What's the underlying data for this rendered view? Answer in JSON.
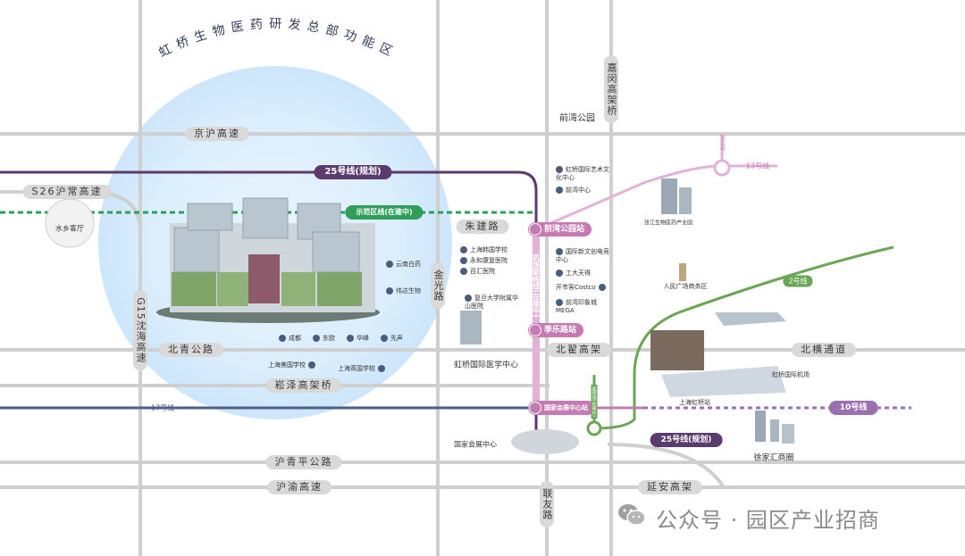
{
  "map": {
    "zone_title": "虹桥生物医药研发总部功能区",
    "roads": {
      "jinghu": "京沪高速",
      "s26": "S26沪常高速",
      "g15": "G15沈海高速",
      "beiqing": "北青公路",
      "songze": "崧泽高架桥",
      "huqingping": "沪青平公路",
      "huyu": "沪渝高速",
      "jinguang": "金光路",
      "zhujian": "朱建路",
      "jiamin": "嘉闵高架桥",
      "beizhai": "北翟高架",
      "beiheng": "北横通道",
      "yanan": "延安高架",
      "lianyou": "联友路",
      "qianwan_park": "前湾公园"
    },
    "lines": {
      "l25_top": "25号线(规划)",
      "l25_bottom": "25号线(规划)",
      "dongfang": "示范区线(在建中)",
      "l17": "17号线",
      "l13": "13号线",
      "l2": "2号线",
      "l10": "10号线",
      "airport_link": "机场联络线(在建中)",
      "green_vertical": "嘉闵线(在建中)"
    },
    "stations": {
      "qianwan": "前湾公园站",
      "jile": "季乐路站",
      "exhibition": "国家会展中心站",
      "zhangjiang": "张江站",
      "hongqiao_station": "上海虹桥站"
    },
    "places": {
      "shuixiang": "水乡客厅",
      "hongqiao_medical": "虹桥国际医学中心",
      "national_exhibition": "国家会展中心",
      "xujiahui": "徐家汇商圈",
      "peoples_square": "人民广场商务区",
      "zhangjiang_park": "张江生物医药产业园",
      "hongqiao_airport": "虹桥国际机场"
    },
    "pois": {
      "yunnan_baiyao": "云南白药",
      "weida": "伟达生物",
      "sh_school": "上海韩国学校",
      "yonghe": "永和康复医院",
      "huahui": "百汇医院",
      "fudan": "复旦大学附属华山医院",
      "hq_art": "虹桥国际艺术文化中心",
      "qianwan_center": "前湾中心",
      "intl_center": "国际新文创电竞中心",
      "gongda": "工大天得",
      "costco": "开市客Costco",
      "mega": "前湾印象城MEGA",
      "chengdu": "成都",
      "dongou": "东欧",
      "huafeng": "华峰",
      "xianmen": "先声",
      "school1": "上海美国学校",
      "school2": "上海英国学校"
    },
    "watermark": "公众号 · 园区产业招商",
    "colors": {
      "line25": "#5b3a6e",
      "dongfang": "#2e9e5a",
      "l17": "#4a5f8a",
      "l13": "#c67ab4",
      "l2": "#6aa655",
      "l10": "#9b6fb0",
      "road": "#c8c8c8"
    }
  }
}
